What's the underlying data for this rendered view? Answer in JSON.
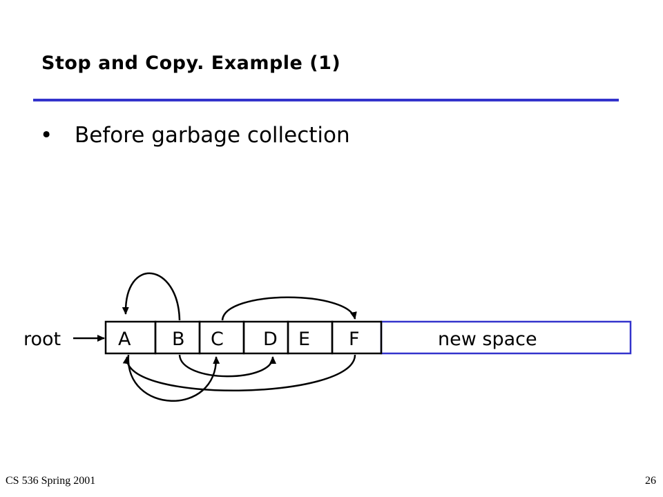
{
  "slide": {
    "title": "Stop and Copy. Example (1)",
    "bullet_marker": "•",
    "bullet_text": "Before garbage collection"
  },
  "diagram": {
    "root_label": "root",
    "cells": [
      "A",
      "B",
      "C",
      "D",
      "E",
      "F"
    ],
    "new_space_label": "new space",
    "pointers": [
      {
        "from": "B",
        "to": "A"
      },
      {
        "from": "C",
        "to": "F"
      },
      {
        "from": "B",
        "to": "D"
      },
      {
        "from": "A",
        "to": "C"
      },
      {
        "from": "F",
        "to": "A"
      }
    ],
    "colors": {
      "old_space_border": "#000000",
      "new_space_border": "#3333cc",
      "title_rule": "#3333cc"
    }
  },
  "footer": {
    "course": "CS 536  Spring 2001",
    "page_number": "26"
  }
}
